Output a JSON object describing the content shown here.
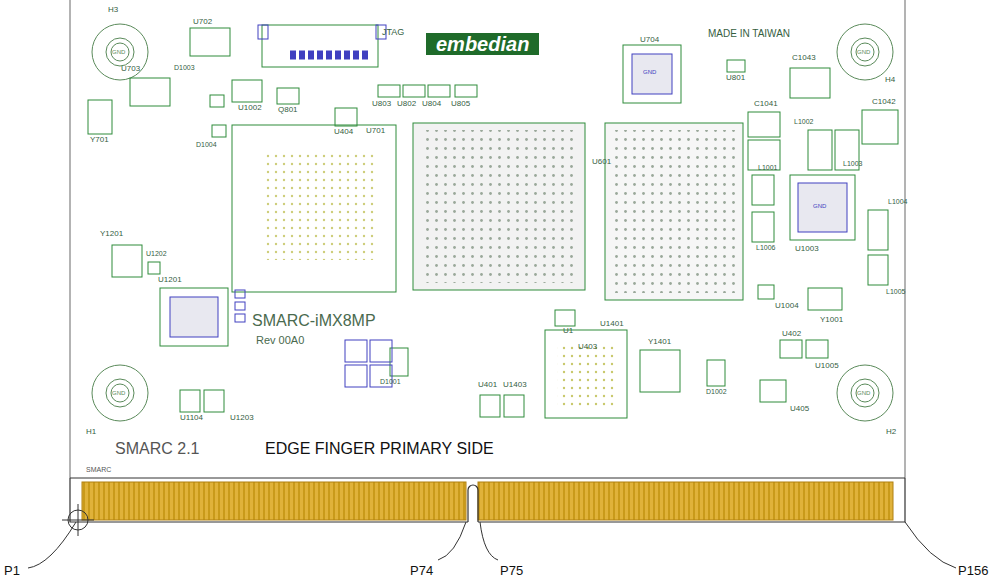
{
  "diagram": {
    "labels": [
      "H3",
      "U702",
      "JTAG",
      "embedian",
      "MADE IN TAIWAN",
      "U704",
      "H4",
      "D1003",
      "U1002",
      "Q801",
      "U803",
      "U802",
      "U804",
      "U805",
      "U801",
      "C1043",
      "C1042",
      "U703",
      "U404",
      "U701",
      "U601",
      "C1041",
      "L1002",
      "L1003",
      "Y701",
      "D1004",
      "L1001",
      "L1006",
      "L1004",
      "L1005",
      "U1003",
      "Y1201",
      "U1202",
      "U1201",
      "SMARC-iMX8MP",
      "Rev 00A0",
      "U1",
      "U403",
      "U1401",
      "U1004",
      "Y1001",
      "U402",
      "U1005",
      "H1",
      "U1104",
      "U1203",
      "D1001",
      "U401",
      "U1403",
      "Y1401",
      "D1002",
      "U405",
      "H2",
      "SMARC 2.1",
      "EDGE FINGER PRIMARY SIDE",
      "SMARC",
      "P1",
      "P74",
      "P75",
      "P156",
      "GND",
      "GND",
      "GND",
      "GND",
      "GND",
      "GND"
    ]
  }
}
